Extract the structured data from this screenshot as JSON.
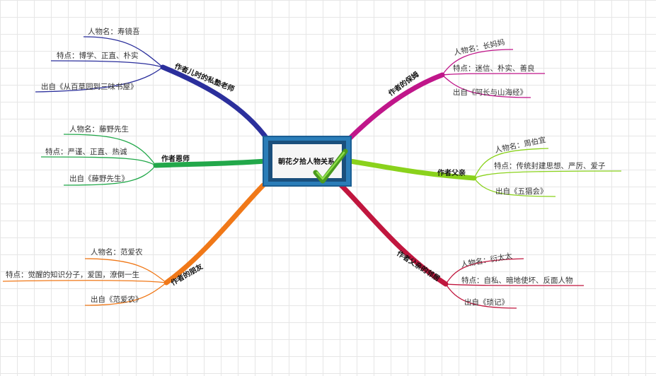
{
  "center": {
    "title": "朝花夕拾人物关系"
  },
  "branches": [
    {
      "label": "作者儿时的私塾老师",
      "color": "#2b2f9c",
      "items": [
        "人物名：寿镜吾",
        "特点：博学、正直、朴实",
        "出自《从百草园到三味书屋》"
      ]
    },
    {
      "label": "作者恩师",
      "color": "#22a84a",
      "items": [
        "人物名：藤野先生",
        "特点：严谨、正直、热诚",
        "出自《藤野先生》"
      ]
    },
    {
      "label": "作者的朋友",
      "color": "#f07818",
      "items": [
        "人物名：范爱农",
        "特点：觉醒的知识分子，爱国，潦倒一生",
        "出自《范爱农》"
      ]
    },
    {
      "label": "作者的保姆",
      "color": "#c0168a",
      "items": [
        "人物名：长妈妈",
        "特点：迷信、朴实、善良",
        "出自《阿长与山海经》"
      ]
    },
    {
      "label": "作者父亲",
      "color": "#8ad21c",
      "items": [
        "人物名：周伯宜",
        "特点：传统封建思想、严厉、爱子",
        "出自《五猖会》"
      ]
    },
    {
      "label": "作者父亲的邻居",
      "color": "#c0163e",
      "items": [
        "人物名：衍太太",
        "特点：自私、暗地使坏、反面人物",
        "出自《琐记》"
      ]
    }
  ]
}
